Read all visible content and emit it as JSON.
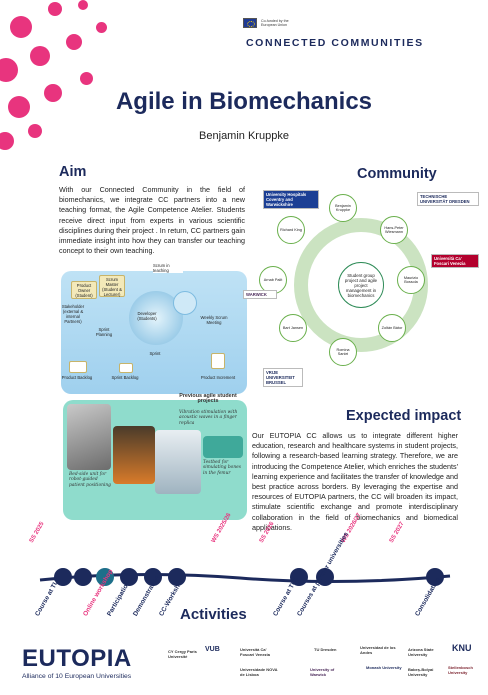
{
  "header": {
    "eu_funding": "Co-funded by the European Union",
    "program": "CONNECTED COMMUNITIES",
    "title": "Agile in Biomechanics",
    "author": "Benjamin Kruppke"
  },
  "aim": {
    "heading": "Aim",
    "text": "With our Connected Community in the field of biomechanics, we integrate CC partners into a new teaching format, the Agile Competence Atelier. Students receive direct input from experts in various scientific disciplines during their project . In return, CC partners gain immediate insight into how they can transfer our teaching concept to their own teaching."
  },
  "scrum": {
    "scrum_label": "Scrum in teaching",
    "product_owner": "Product Owner (Student)",
    "scrum_master": "Scrum Master (Student & Lecturer)",
    "stakeholder": "Stakeholder (external & internal Partners)",
    "sprint_planning": "Sprint Planning",
    "developer": "Developer (Students)",
    "weekly": "Weekly Scrum Meeting",
    "sprint": "Sprint",
    "product_backlog": "Product Backlog",
    "sprint_backlog": "Sprint Backlog",
    "product_increment": "Product Increment"
  },
  "community": {
    "heading": "Community",
    "hub": "Student group project and agile project management in biomechanics",
    "nodes": [
      "Benjamin Kruppke",
      "Hans-Peter Wiesmann",
      "Maurizio Bossola",
      "Zoltán Bátor",
      "Romina Sanlei",
      "Bart Jansen",
      "Arnab Palit",
      "Richard King"
    ],
    "logos": [
      "TECHNISCHE UNIVERSITÄT DRESDEN",
      "Università Ca' Foscari Venezia",
      "WARWICK",
      "VRIJE UNIVERSITEIT BRUSSEL",
      "University Hospitals Coventry and Warwickshire"
    ]
  },
  "photos": {
    "caption": "Previous agile student projects",
    "note1": "Vibration stimulation with acoustic waves in a finger replica",
    "note2": "Testbed for simulating bones in the femur",
    "note3": "Bed-side unit for robot-guided patient positioning"
  },
  "impact": {
    "heading": "Expected impact",
    "text": "Our EUTOPIA CC allows us to integrate different higher education, research and healthcare systems in student projects, following a research-based learning strategy. Therefore, we are introducing the Competence Atelier, which enriches the students' learning experience and facilitates the transfer of knowledge and best practice across borders. By leveraging the expertise and resources of EUTOPIA partners, the CC will broaden its impact, stimulate scientific exchange and promote interdisciplinary collaboration in the field of biomechanics and biomedical applications."
  },
  "activities": {
    "heading": "Activities",
    "semesters": [
      "SS 2025",
      "WS 2025/26",
      "SS 2026",
      "WS 2026/27",
      "SS 2027"
    ],
    "items": [
      "Course at TUD",
      "Online workshop",
      "Participation",
      "Demonstration",
      "CC-Workshop",
      "Course at TUD",
      "Courses at partner universities",
      "Consolidation"
    ]
  },
  "footer": {
    "brand": "EUTOPIA",
    "tagline": "Alliance of 10 European Universities",
    "universities": [
      "CY Cergy Paris Université",
      "VUB",
      "Università Ca' Foscari Venezia",
      "TU Dresden",
      "Universidade NOVA de Lisboa",
      "University of Warwick",
      "Universidad de los Andes",
      "Arizona State University",
      "KNU",
      "Monash University",
      "Stellenbosch University",
      "Babeș-Bolyai University"
    ]
  },
  "colors": {
    "navy": "#1c2a5c",
    "pink": "#e8347e",
    "green": "#2e8b57",
    "teal": "#8fdccc"
  }
}
